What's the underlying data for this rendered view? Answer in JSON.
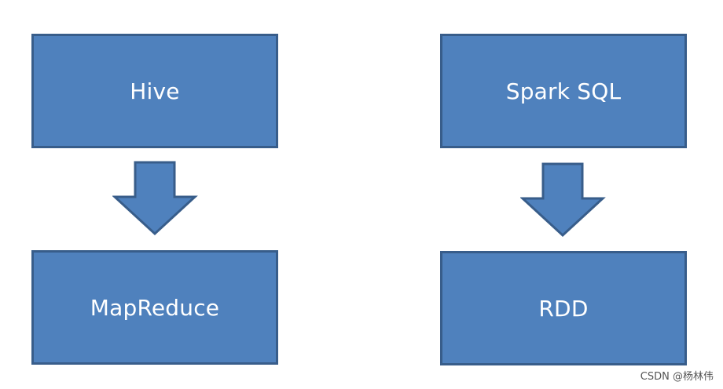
{
  "diagram": {
    "left": {
      "top_label": "Hive",
      "bottom_label": "MapReduce"
    },
    "right": {
      "top_label": "Spark SQL",
      "bottom_label": "RDD"
    }
  },
  "watermark": "CSDN @杨林伟",
  "colors": {
    "box_fill": "#4f81bd",
    "box_border": "#385d8a",
    "label_text": "#ffffff"
  }
}
